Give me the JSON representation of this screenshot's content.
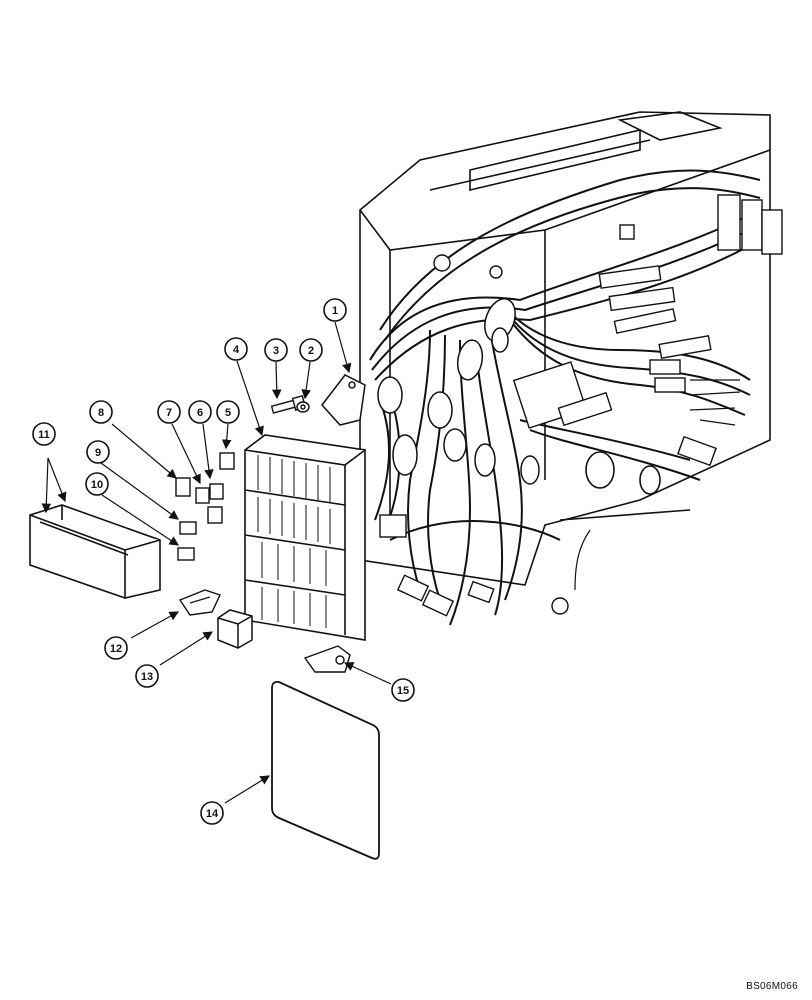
{
  "callouts": [
    "1",
    "2",
    "3",
    "4",
    "5",
    "6",
    "7",
    "8",
    "9",
    "10",
    "11",
    "12",
    "13",
    "14",
    "15"
  ],
  "drawing_code": "BS06M066",
  "colors": {
    "ink": "#111111",
    "paper": "#ffffff"
  }
}
